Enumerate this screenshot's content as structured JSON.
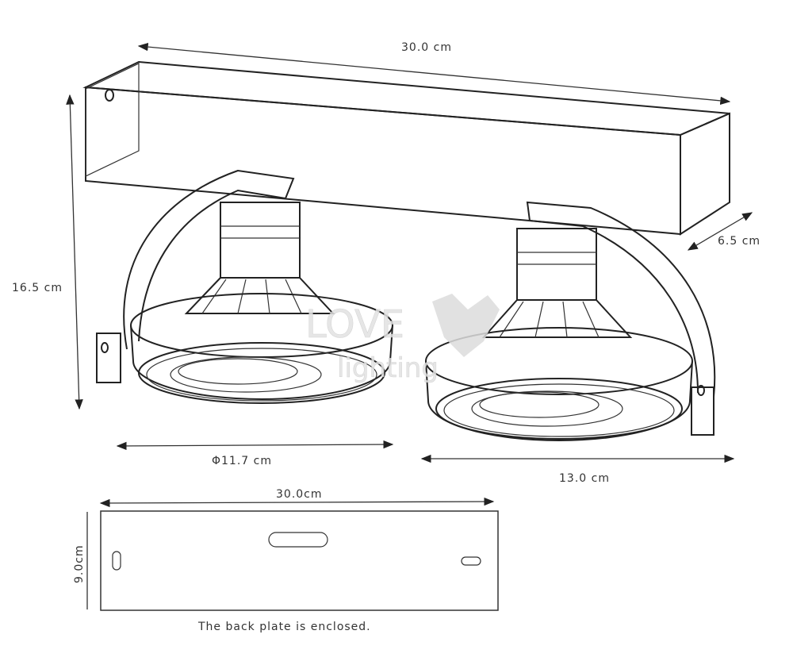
{
  "dimensions": {
    "total_length": "30.0 cm",
    "depth": "6.5 cm",
    "height": "16.5 cm",
    "diameter": "Φ11.7 cm",
    "spot_spacing": "13.0 cm",
    "plate_length": "30.0cm",
    "plate_height": "9.0cm"
  },
  "note": "The back plate is enclosed.",
  "watermark": {
    "text_top": "LOVE",
    "text_bottom": "lighting"
  },
  "colors": {
    "line": "#222222",
    "watermark": "#d8d8d8"
  }
}
